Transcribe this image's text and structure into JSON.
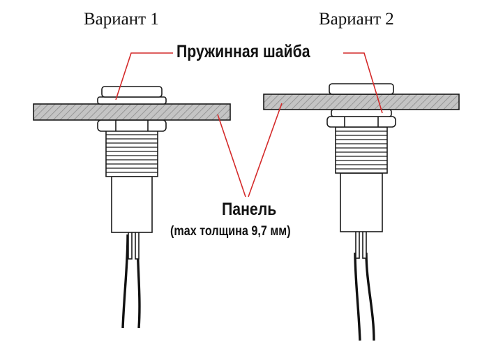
{
  "variants": [
    {
      "title": "Вариант 1"
    },
    {
      "title": "Вариант 2"
    }
  ],
  "labels": {
    "spring_washer": "Пружинная шайба",
    "panel": "Панель",
    "panel_thickness": "(max толщина 9,7 мм)"
  },
  "colors": {
    "leader_line": "#d42a2a",
    "outline": "#1a1a1a",
    "panel_hatch": "#9a9a9a",
    "text": "#111111"
  }
}
